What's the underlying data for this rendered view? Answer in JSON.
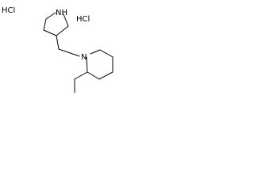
{
  "molecule": {
    "salts": [
      "HCl",
      "HCl"
    ],
    "atoms": {
      "pyrrolidine_nitrogen": "NH",
      "piperidine_nitrogen": "N"
    }
  }
}
